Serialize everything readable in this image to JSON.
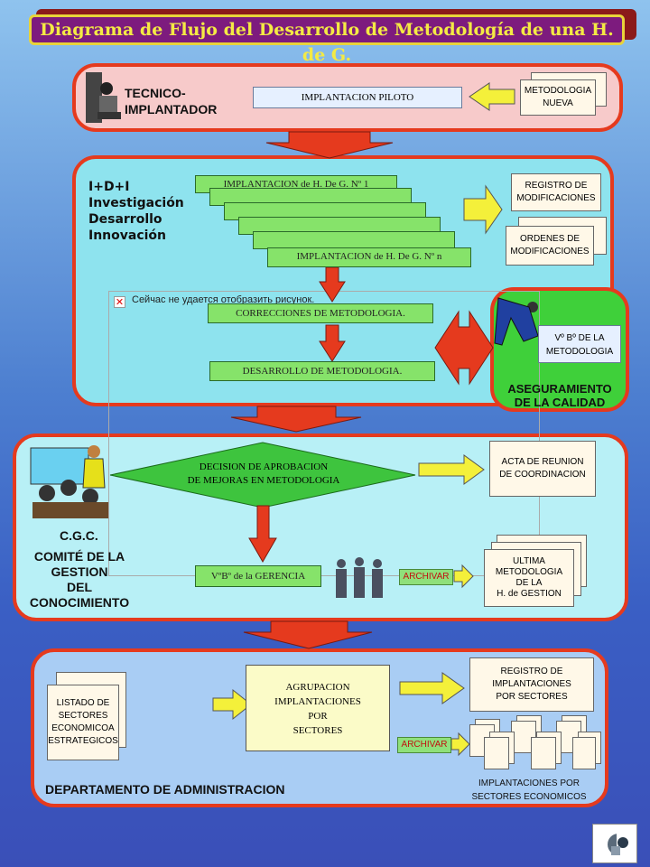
{
  "title": "Diagrama de Flujo del Desarrollo de Metodología de una H. de G.",
  "s1": {
    "role": [
      "TECNICO-",
      "IMPLANTADOR"
    ],
    "box": "IMPLANTACION PILOTO",
    "doc": [
      "METODOLOGIA",
      "NUEVA"
    ]
  },
  "s2": {
    "labels": [
      "I+D+I",
      "Investigación",
      "Desarrollo",
      "Innovación"
    ],
    "impl_first": "IMPLANTACION de H. De G. Nº 1",
    "impl_last": "IMPLANTACION de H. De G. Nº n",
    "registro": [
      "REGISTRO DE",
      "MODIFICACIONES"
    ],
    "ordenes": [
      "ORDENES DE",
      "MODIFICACIONES"
    ],
    "correcciones": "CORRECCIONES DE METODOLOGIA.",
    "desarrollo": "DESARROLLO DE METODOLOGIA.",
    "broken_image": "Сейчас не удается отобразить рисунок."
  },
  "calidad": {
    "vobo": [
      "Vº Bº DE LA",
      "METODOLOGIA"
    ],
    "label": [
      "ASEGURAMIENTO",
      "DE LA CALIDAD"
    ]
  },
  "s3": {
    "decision": [
      "DECISION DE APROBACION",
      "DE MEJORAS EN METODOLOGIA"
    ],
    "acta": [
      "ACTA DE REUNION",
      "DE COORDINACION"
    ],
    "cgc": "C.G.C.",
    "comite": [
      "COMITÉ DE LA",
      "GESTION",
      "DEL",
      "CONOCIMIENTO"
    ],
    "gerencia": "VºBº de la GERENCIA",
    "archivar": "ARCHIVAR",
    "ultima": [
      "ULTIMA",
      "METODOLOGIA",
      "DE LA",
      "H. de GESTION"
    ]
  },
  "s4": {
    "listado": [
      "LISTADO DE",
      "SECTORES",
      "ECONOMICOA",
      "ESTRATEGICOS"
    ],
    "agrupacion": [
      "AGRUPACION",
      "IMPLANTACIONES",
      "POR",
      "SECTORES"
    ],
    "registro": [
      "REGISTRO DE",
      "IMPLANTACIONES",
      "POR SECTORES"
    ],
    "archivar": "ARCHIVAR",
    "implantaciones": [
      "IMPLANTACIONES POR",
      "SECTORES ECONOMICOS"
    ],
    "dept": "DEPARTAMENTO DE ADMINISTRACION"
  },
  "colors": {
    "panel_border": "#e53a1e",
    "arrow_red": "#e53a1e",
    "arrow_yellow": "#f4f03a",
    "diamond": "#3ec43e"
  }
}
